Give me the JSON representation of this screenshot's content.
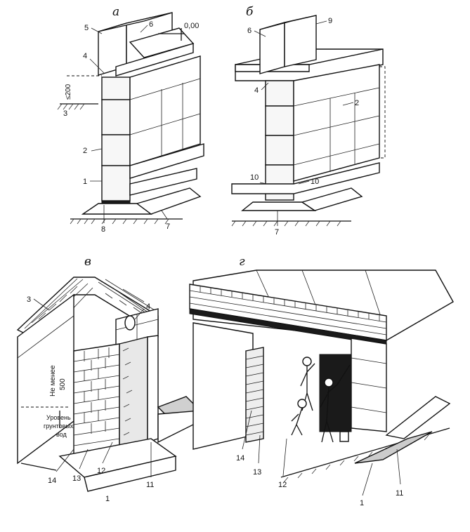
{
  "panels": {
    "a": {
      "letter": "а",
      "elevation": "0,00",
      "depth_label": "≤200",
      "numbers": [
        "5",
        "6",
        "4",
        "3",
        "2",
        "1",
        "8",
        "7"
      ]
    },
    "b": {
      "letter": "б",
      "numbers": [
        "6",
        "9",
        "4",
        "2",
        "10",
        "10",
        "7"
      ]
    },
    "v": {
      "letter": "в",
      "numbers": [
        "3",
        "4",
        "14",
        "13",
        "12",
        "1",
        "11"
      ],
      "rotated": [
        "Не менее",
        "500",
        "Уровень",
        "грунтовых",
        "вод"
      ]
    },
    "g": {
      "letter": "г",
      "numbers": [
        "14",
        "13",
        "12",
        "1",
        "11"
      ]
    }
  },
  "colors": {
    "ink": "#111111",
    "paper": "#ffffff"
  }
}
